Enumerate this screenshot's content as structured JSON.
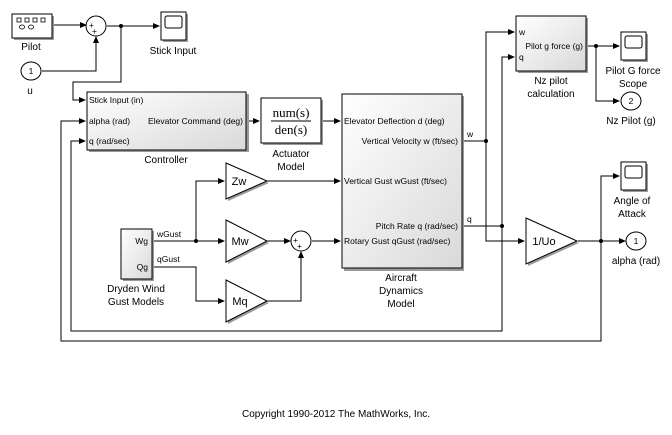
{
  "blocks": {
    "pilot": "Pilot",
    "stick_input": "Stick Input",
    "u_port_number": "1",
    "u_label": "u",
    "controller": "Controller",
    "controller_in_stick": "Stick Input (in)",
    "controller_in_alpha": "alpha (rad)",
    "controller_in_q": "q (rad/sec)",
    "controller_out": "Elevator Command (deg)",
    "actuator_num": "num(s)",
    "actuator_den": "den(s)",
    "actuator_label_1": "Actuator",
    "actuator_label_2": "Model",
    "aircraft_in_elevator": "Elevator Deflection d (deg)",
    "aircraft_out_w": "Vertical Velocity w (ft/sec)",
    "aircraft_in_wgust": "Vertical Gust wGust (ft/sec)",
    "aircraft_out_q": "Pitch Rate q (rad/sec)",
    "aircraft_in_qgust": "Rotary Gust qGust (rad/sec)",
    "aircraft_label_1": "Aircraft",
    "aircraft_label_2": "Dynamics",
    "aircraft_label_3": "Model",
    "gain_zw": "Zw",
    "gain_mw": "Mw",
    "gain_mq": "Mq",
    "gain_uo": "1/Uo",
    "dryden_out_wg": "Wg",
    "dryden_out_qg": "Qg",
    "dryden_label_1": "Dryden Wind",
    "dryden_label_2": "Gust Models",
    "nz_in_w": "w",
    "nz_in_q": "q",
    "nz_out": "Pilot g force (g)",
    "nz_label_1": "Nz pilot",
    "nz_label_2": "calculation",
    "scope_g_label_1": "Pilot G force",
    "scope_g_label_2": "Scope",
    "nz_pilot_port_number": "2",
    "nz_pilot_label": "Nz Pilot (g)",
    "aoa_label_1": "Angle of",
    "aoa_label_2": "Attack",
    "alpha_port_number": "1",
    "alpha_label": "alpha (rad)"
  },
  "signals": {
    "wgust": "wGust",
    "qgust": "qGust",
    "w": "w",
    "q": "q"
  },
  "sum_signs": {
    "plus": "+"
  },
  "footer": {
    "copyright": "Copyright 1990-2012 The MathWorks, Inc."
  }
}
